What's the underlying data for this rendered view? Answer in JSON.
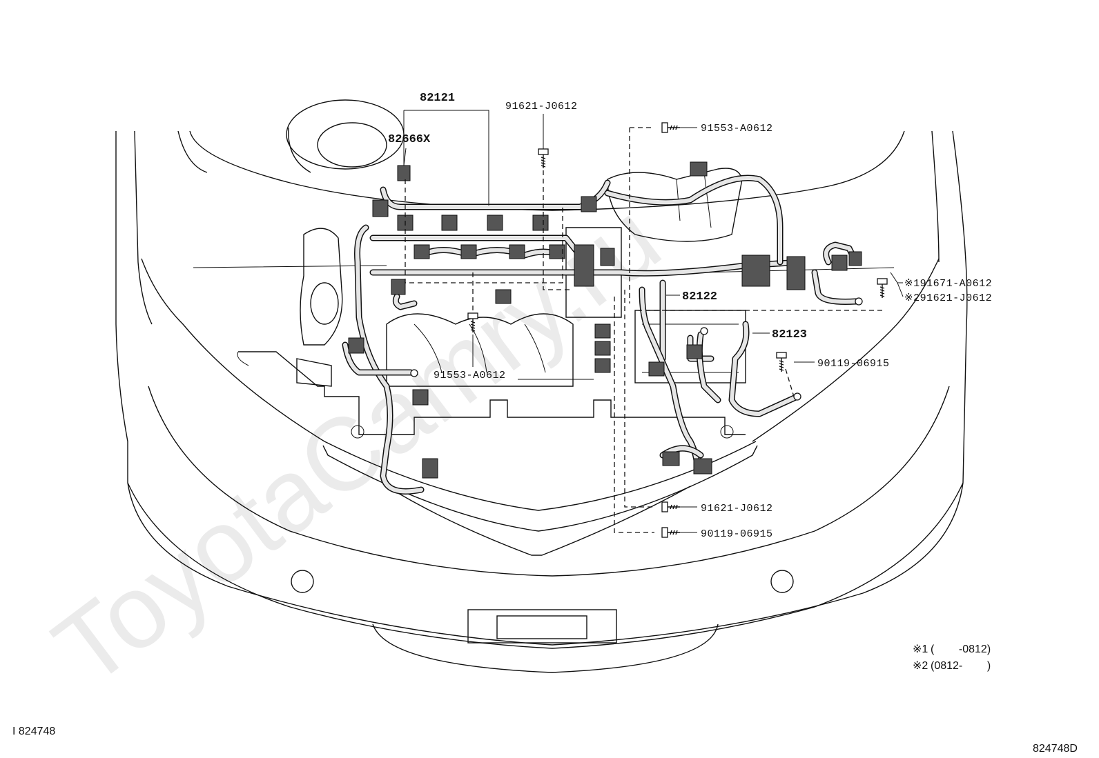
{
  "diagram": {
    "watermark": "ToyotaCamry.ru",
    "part_labels": {
      "harness_main": "82121",
      "clamp": "82666X",
      "harness_2": "82122",
      "harness_3": "82123",
      "bolt_top": "91621-J0612",
      "bolt_right_top": "91553-A0612",
      "bolt_right_alt1": "※191671-A0612",
      "bolt_right_alt2": "※291621-J0612",
      "bolt_right_mid": "90119-06915",
      "bolt_center": "91553-A0612",
      "bolt_bottom_1": "91621-J0612",
      "bolt_bottom_2": "90119-06915"
    },
    "notes": {
      "note1_mark": "※1",
      "note1_range": "(        -0812)",
      "note2_mark": "※2",
      "note2_range": "(0812-        )"
    },
    "ref_left": "I 824748",
    "ref_right": "824748D"
  }
}
